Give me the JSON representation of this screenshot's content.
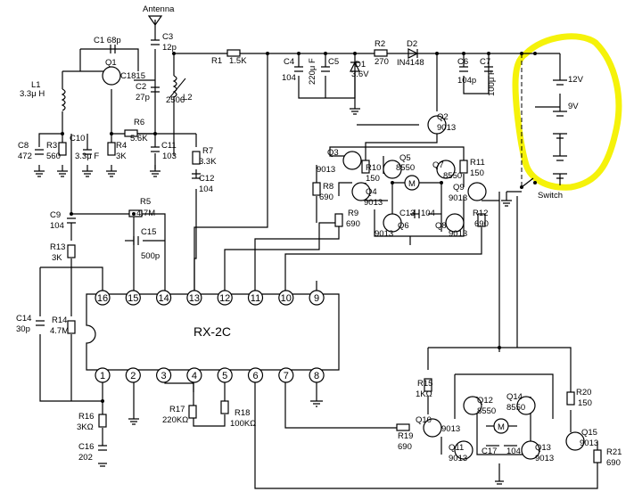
{
  "ic": {
    "name": "RX-2C",
    "top_pins": [
      "16",
      "15",
      "14",
      "13",
      "12",
      "11",
      "10",
      "9"
    ],
    "bottom_pins": [
      "1",
      "2",
      "3",
      "4",
      "5",
      "6",
      "7",
      "8"
    ]
  },
  "antenna": "Antenna",
  "highlight_color": "#f5f20a",
  "labels": {
    "c1": "C1 68p",
    "q1": "Q1",
    "c1815": "C1815",
    "l1": "L1",
    "l1v": "3.3μ H",
    "c3": "C3",
    "c3v": "12p",
    "r1": "R1",
    "r1v": "1.5K",
    "c2": "C2",
    "c2v": "27p",
    "l2": "L2",
    "l2a": "2506",
    "r6": "R6",
    "r6v": "5.6K",
    "c8": "C8",
    "c8v": "472",
    "r3": "R3",
    "r3v": "560",
    "c10": "C10",
    "c10v": "3.3μ F",
    "r4": "R4",
    "r4v": "3K",
    "c11": "C11",
    "c11v": "103",
    "r7": "R7",
    "r7v": "3.3K",
    "c12": "C12",
    "c12v": "104",
    "r5": "R5",
    "r5v": "4.7M",
    "c9": "C9",
    "c9v": "104",
    "c15": "C15",
    "c15v": "500p",
    "r13": "R13",
    "r13v": "3K",
    "c14": "C14",
    "c14v": "30p",
    "r14": "R14",
    "r14v": "4.7M",
    "r16": "R16",
    "r16v": "3KΩ",
    "c16": "C16",
    "c16v": "202",
    "r17": "R17",
    "r17v": "220KΩ",
    "r18": "R18",
    "r18v": "100KΩ",
    "c4": "C4",
    "c4v": "104",
    "c5v": "220μ F",
    "c5": "C5",
    "d1": "D1",
    "d1v": "3.6V",
    "r2": "R2",
    "r2v": "270",
    "d2": "D2",
    "d2v": "IN4148",
    "c6": "C6",
    "c6v": "104p",
    "c7": "C7",
    "c7v": "100μ F",
    "v12": "12V",
    "v9": "9V",
    "sw": "Switch",
    "q2": "Q2",
    "q2v": "9013",
    "q3": "Q3",
    "q3v": "9013",
    "r8": "R8",
    "r8v": "690",
    "r10": "R10",
    "r10v": "150",
    "q5": "Q5",
    "q5v": "8550",
    "q7": "Q7",
    "q7v": "8550",
    "r11": "R11",
    "r11v": "150",
    "q4": "Q4",
    "q4v": "9013",
    "q9": "Q9",
    "q9v": "9013",
    "c13": "C13",
    "c13v": "104",
    "r9": "R9",
    "r9v": "690",
    "q6v": "9013",
    "q6": "Q6",
    "q8": "Q8",
    "q8v": "9013",
    "r12": "R12",
    "r12v": "690",
    "m": "M",
    "r15": "R15",
    "r15v": "1KΩ",
    "r20": "R20",
    "r20v": "150",
    "q12": "Q12",
    "q12v": "8550",
    "q14": "Q14",
    "q14v": "8550",
    "q10": "Q10",
    "q10v": "9013",
    "q15": "Q15",
    "q15v": "9013",
    "r19": "R19",
    "r19v": "690",
    "q11": "Q11",
    "q11v": "9013",
    "c17": "C17",
    "c17v": "104",
    "q13": "Q13",
    "q13v": "9013",
    "r21": "R21",
    "r21v": "690"
  }
}
